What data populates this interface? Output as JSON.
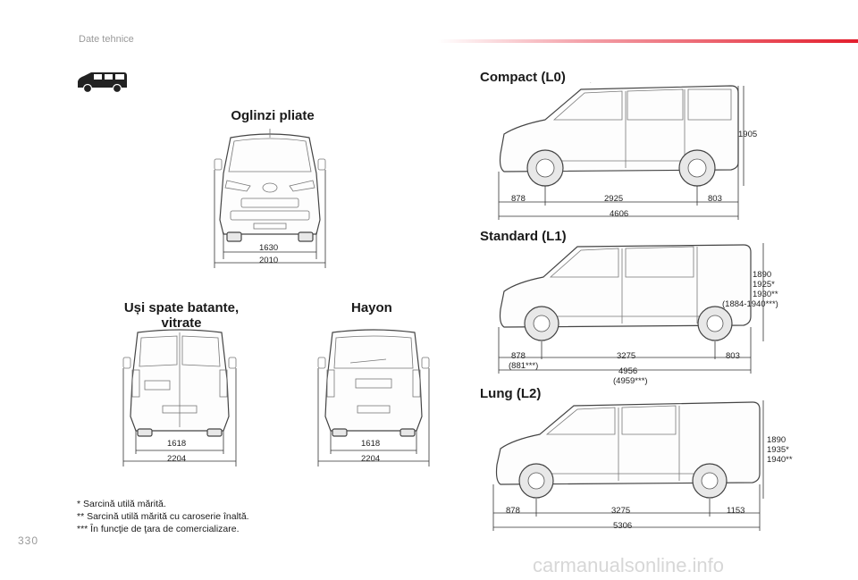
{
  "header": {
    "section": "Date tehnice",
    "page_number": "330"
  },
  "headings": {
    "mirrors": "Oglinzi pliate",
    "rear_doors_line1": "Uși spate batante,",
    "rear_doors_line2": "vitrate",
    "tailgate": "Hayon",
    "compact": "Compact (L0)",
    "standard": "Standard (L1)",
    "long": "Lung (L2)"
  },
  "front_view": {
    "inner_width": "1630",
    "outer_width": "2010"
  },
  "rear_doors_view": {
    "inner_width": "1618",
    "outer_width": "2204"
  },
  "tailgate_view": {
    "inner_width": "1618",
    "outer_width": "2204"
  },
  "compact": {
    "front": "878",
    "wheelbase": "2925",
    "rear": "803",
    "total": "4606",
    "height": "1905"
  },
  "standard": {
    "front": "878",
    "front_alt": "(881***)",
    "wheelbase": "3275",
    "rear": "803",
    "total": "4956",
    "total_alt": "(4959***)",
    "height_1": "1890",
    "height_2": "1925*",
    "height_3": "1930**",
    "height_4": "(1884-1940***)"
  },
  "long": {
    "front": "878",
    "wheelbase": "3275",
    "rear": "1153",
    "total": "5306",
    "height_1": "1890",
    "height_2": "1935*",
    "height_3": "1940**"
  },
  "notes": {
    "n1": "* Sarcină utilă mărită.",
    "n2": "** Sarcină utilă mărită cu caroserie înaltă.",
    "n3": "*** În funcţie de ţara de comercializare."
  },
  "watermark": "carmanualsonline.info",
  "icons": [
    "van-icon"
  ]
}
